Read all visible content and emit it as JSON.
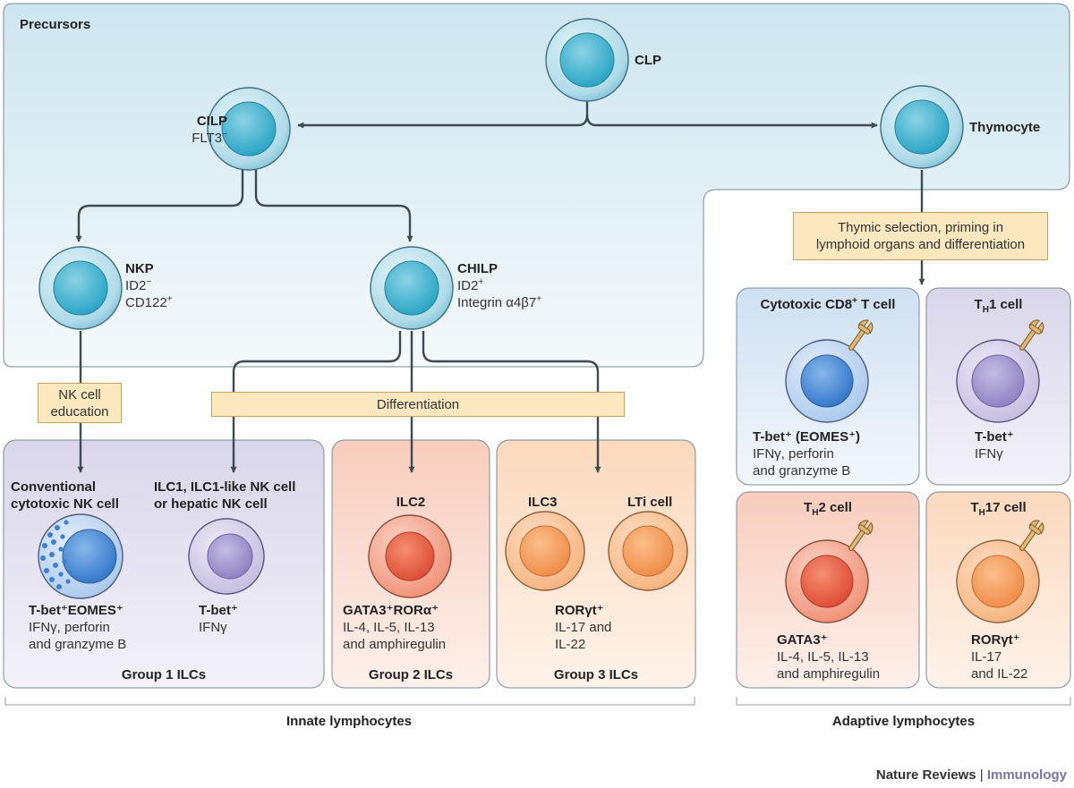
{
  "precursors": {
    "section_title": "Precursors",
    "clp": {
      "name": "CLP"
    },
    "cilp": {
      "name": "CILP",
      "marker": "FLT3",
      "marker_sign": "−"
    },
    "thymocyte": {
      "name": "Thymocyte"
    },
    "nkp": {
      "name": "NKP",
      "marker1": "ID2",
      "marker1_sign": "−",
      "marker2": "CD122",
      "marker2_sign": "+"
    },
    "chilp": {
      "name": "CHILP",
      "marker1": "ID2",
      "marker1_sign": "+",
      "marker2": "Integrin α4β7",
      "marker2_sign": "+"
    }
  },
  "process_boxes": {
    "nk_education": {
      "line1": "NK cell",
      "line2": "education"
    },
    "differentiation": "Differentiation",
    "thymic": {
      "line1": "Thymic selection, priming in",
      "line2": "lymphoid organs and differentiation"
    }
  },
  "innate": {
    "group1": {
      "label": "Group 1 ILCs",
      "nk": {
        "title1": "Conventional",
        "title2": "cytotoxic NK cell",
        "tf": "T-bet⁺EOMES⁺",
        "out1": "IFNγ, perforin",
        "out2": "and granzyme B"
      },
      "ilc1": {
        "title1": "ILC1, ILC1-like NK cell",
        "title2": "or hepatic NK cell",
        "tf": "T-bet⁺",
        "out1": "IFNγ"
      }
    },
    "group2": {
      "label": "Group 2 ILCs",
      "ilc2": {
        "title": "ILC2",
        "tf": "GATA3⁺RORα⁺",
        "out1": "IL-4, IL-5, IL-13",
        "out2": "and amphiregulin"
      }
    },
    "group3": {
      "label": "Group 3 ILCs",
      "ilc3": {
        "title": "ILC3"
      },
      "lti": {
        "title": "LTi cell"
      },
      "tf": "RORγt⁺",
      "out1": "IL-17 and",
      "out2": "IL-22"
    },
    "bracket_label": "Innate lymphocytes"
  },
  "adaptive": {
    "cd8": {
      "title_pre": "Cytotoxic CD8",
      "title_sup": "+",
      "title_post": " T cell",
      "tf": "T-bet⁺ (EOMES⁺)",
      "out1": "IFNγ, perforin",
      "out2": "and granzyme B"
    },
    "th1": {
      "title_t": "T",
      "title_sub": "H",
      "title_post": "1 cell",
      "tf": "T-bet⁺",
      "out1": "IFNγ"
    },
    "th2": {
      "title_t": "T",
      "title_sub": "H",
      "title_post": "2 cell",
      "tf": "GATA3⁺",
      "out1": "IL-4, IL-5, IL-13",
      "out2": "and amphiregulin"
    },
    "th17": {
      "title_t": "T",
      "title_sub": "H",
      "title_post": "17 cell",
      "tf": "RORγt⁺",
      "out1": "IL-17",
      "out2": "and IL-22"
    },
    "bracket_label": "Adaptive lymphocytes"
  },
  "footer": {
    "journal": "Nature Reviews",
    "separator": " | ",
    "section": "Immunology"
  },
  "colors": {
    "precursor_bg": "#e3f1f7",
    "group1_bg": "#e6e4f1",
    "group2_bg": "#fbe0d6",
    "group3_bg": "#fde9d6",
    "box_fill": "#fbe8bf",
    "arrow": "#3e4a52"
  }
}
